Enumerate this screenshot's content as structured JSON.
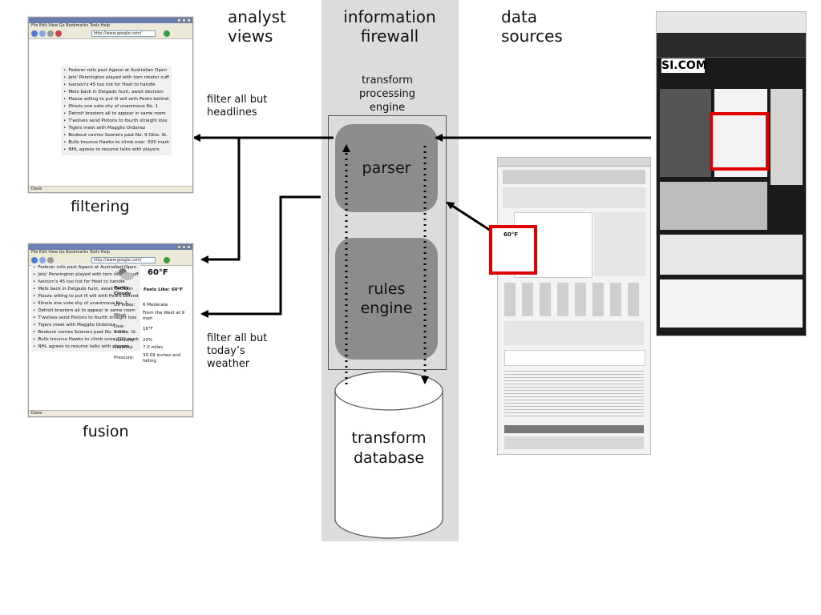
{
  "columns": {
    "analyst_views": "analyst views",
    "information_firewall": "information firewall",
    "data_sources": "data sources"
  },
  "engine": {
    "label": "transform processing engine",
    "parser": "parser",
    "rules": "rules engine"
  },
  "database": {
    "label": "transform database"
  },
  "filters": {
    "headlines": "filter all but headlines",
    "weather": "filter all but today’s weather"
  },
  "views": {
    "filtering": "filtering",
    "fusion": "fusion"
  },
  "browser": {
    "menu": "File  Edit  View  Go  Bookmarks  Tools  Help",
    "address": "http://www.google.com/",
    "address_short": "http://www.google.com/",
    "status": "Done"
  },
  "headlines": [
    "Federer rolls past Agassi at Australian Open",
    "Jets' Pennington played with torn rotator cuff",
    "Iverson's 45 too hot for Heat to handle",
    "Mets back in Delgado hunt, await decision",
    "Piazza willing to put ill will with Pedro behind",
    "Illinois one vote shy of unanimous No. 1",
    "Detroit brasters all to appear in same room",
    "T'wolves send Pistons to fourth straight loss",
    "Tigers meet with Magglio Ordonez",
    "Bookout carries Sooners past No. 9 Okla. St.",
    "Bulls trounce Hawks to climb over .500 mark",
    "NHL agrees to resume talks with players"
  ],
  "weather": {
    "temp": "60°F",
    "condition": "Partly Cloudy",
    "feels": "Feels Like: 60°F",
    "rows": [
      [
        "UV Index:",
        "6 Moderate"
      ],
      [
        "Wind:",
        "From the West at 9 mph"
      ],
      [
        "Dew Point:",
        "16°F"
      ],
      [
        "Humidity:",
        "20%"
      ],
      [
        "Visibility:",
        "7.0 miles"
      ],
      [
        "Pressure:",
        "30.09 inches and falling"
      ]
    ]
  },
  "colors": {
    "firewall": "#dcdcdc",
    "module": "#8c8c8c",
    "highlight": "#e00000",
    "arrow": "#000000"
  }
}
